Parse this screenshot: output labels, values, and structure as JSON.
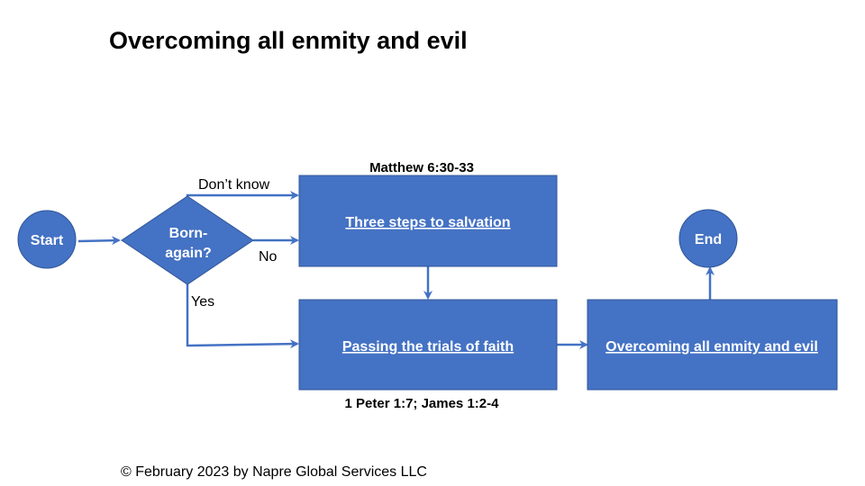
{
  "title": "Overcoming all enmity and evil",
  "footer": "© February 2023 by Napre Global Services LLC",
  "colors": {
    "shape_fill": "#4472C4",
    "shape_stroke": "#2F5597",
    "arrow": "#4472C4",
    "label_text": "#FFFFFF"
  },
  "nodes": {
    "start": "Start",
    "decision_line1": "Born-",
    "decision_line2": "again?",
    "salvation": "Three steps to salvation",
    "trials": "Passing the trials of faith",
    "overcoming": "Overcoming all enmity and evil",
    "end": "End"
  },
  "edge_labels": {
    "dont_know": "Don’t know",
    "no": "No",
    "yes": "Yes"
  },
  "references": {
    "salvation": "Matthew 6:30-33",
    "trials": "1 Peter 1:7; James 1:2-4"
  }
}
